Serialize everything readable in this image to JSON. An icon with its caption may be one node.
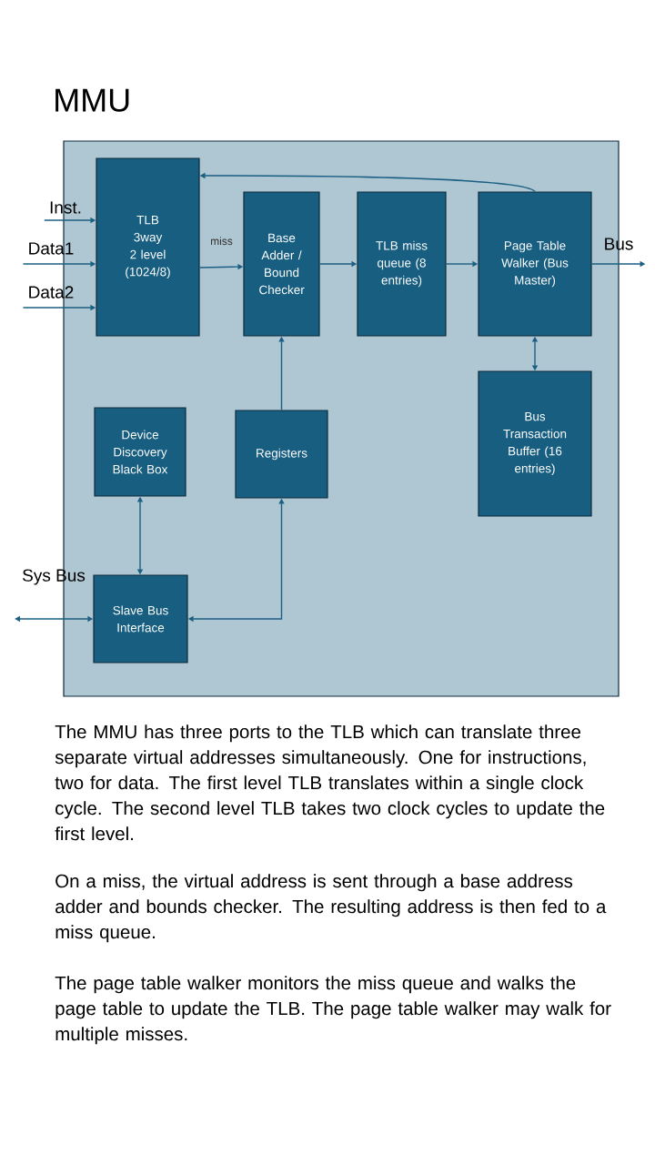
{
  "diagram": {
    "nodes": [
      {
        "text": [
          "MMU"
        ]
      },
      {
        "text": [
          "TLB 3way 2 level (1024/8)"
        ],
        "in": 0
      },
      {
        "text": [
          "Base Adder / Bound Checker"
        ],
        "in": 0
      },
      {
        "text": [
          "TLB miss queue (8 entries)"
        ],
        "in": 0
      },
      {
        "text": [
          "Page Table Walker (Bus Master)"
        ],
        "in": 0
      },
      {
        "text": [
          "Bus Transaction Buffer (16 entries)"
        ],
        "in": 0
      },
      {
        "text": [
          "Device Discovery Black Box"
        ],
        "in": 0
      },
      {
        "text": [
          "Registers"
        ],
        "in": 0
      },
      {
        "text": [
          "Slave Bus Interface"
        ],
        "in": 0
      },
      {
        "text": [
          "Inst."
        ]
      },
      {
        "text": [
          "Data1"
        ]
      },
      {
        "text": [
          "Data2"
        ]
      },
      {
        "text": [
          "Bus"
        ]
      },
      {
        "text": [
          "Sys Bus"
        ]
      }
    ],
    "edges": [
      {
        "from": 9,
        "to": 1,
        "arrow": "to"
      },
      {
        "from": 10,
        "to": 1,
        "arrow": "to"
      },
      {
        "from": 11,
        "to": 1,
        "arrow": "to"
      },
      {
        "from": 1,
        "to": 2,
        "arrow": "to",
        "label": "miss"
      },
      {
        "from": 2,
        "to": 3,
        "arrow": "to"
      },
      {
        "from": 3,
        "to": 4,
        "arrow": "to"
      },
      {
        "from": 4,
        "to": 1,
        "arrow": "to"
      },
      {
        "from": 4,
        "to": 5,
        "arrow": "both"
      },
      {
        "from": 4,
        "to": 12,
        "arrow": "to"
      },
      {
        "from": 6,
        "to": 8,
        "arrow": "both"
      },
      {
        "from": 7,
        "to": 2,
        "arrow": "to"
      },
      {
        "from": 8,
        "to": 7,
        "arrow": "both"
      },
      {
        "from": 13,
        "to": 8,
        "arrow": "both"
      }
    ],
    "labels": [
      "The MMU has three ports to the TLB which can translate three separate virtual addresses simultaneously. One for instructions, two for data. The first level TLB translates within a single clock cycle. The second level TLB takes two clock cycles to update the first level.",
      "On a miss, the virtual address is sent through a base address adder and bounds checker. The resulting address is then fed to a miss queue.",
      "The page table walker monitors the miss queue and walks the page table to update the TLB. The page table walker may walk for multiple misses."
    ]
  }
}
